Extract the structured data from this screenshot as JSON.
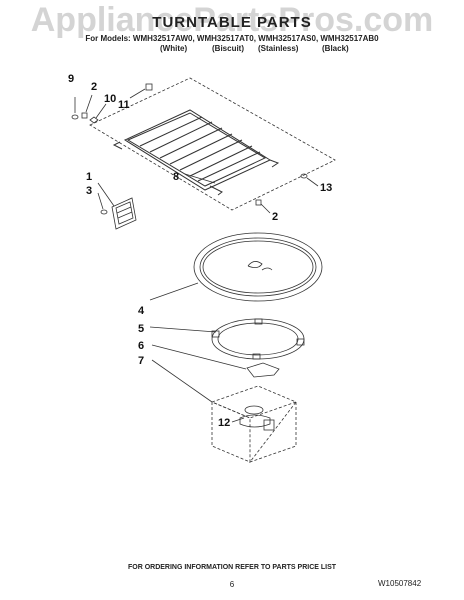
{
  "watermark": "AppliancePartsPros.com",
  "header": {
    "title": "TURNTABLE PARTS",
    "models": "For Models: WMH32517AW0, WMH32517AT0, WMH32517AS0, WMH32517AB0",
    "variants": [
      "(White)",
      "(Biscuit)",
      "(Stainless)",
      "(Black)"
    ]
  },
  "callouts": [
    "9",
    "2",
    "10",
    "11",
    "1",
    "3",
    "8",
    "13",
    "2",
    "4",
    "5",
    "6",
    "7",
    "12"
  ],
  "footer": {
    "instruction": "FOR ORDERING INFORMATION REFER TO PARTS PRICE LIST",
    "page_number": "6",
    "document_number": "W10507842"
  }
}
